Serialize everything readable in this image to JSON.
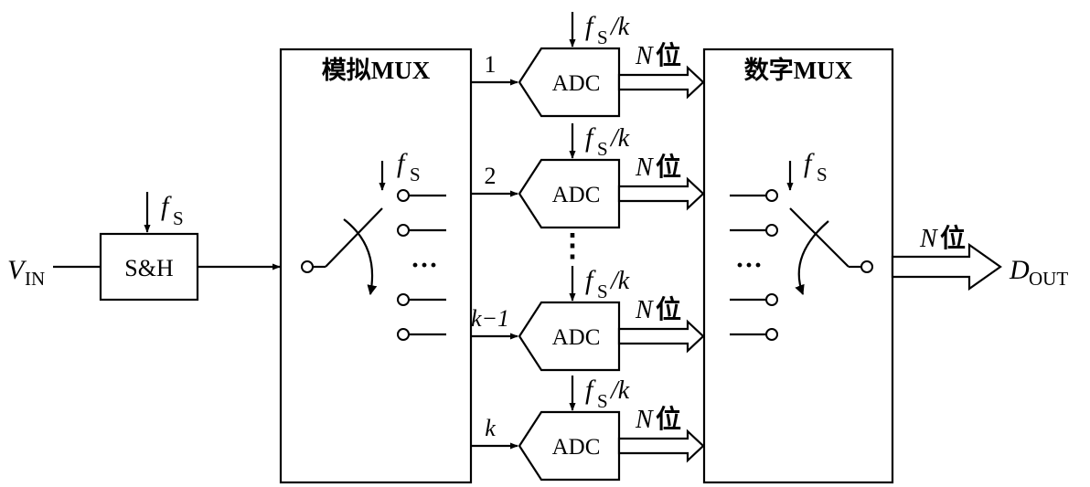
{
  "input": {
    "symbol": "V",
    "subscript": "IN"
  },
  "sample_hold": {
    "label": "S&H",
    "clock": {
      "symbol": "f",
      "subscript": "S"
    }
  },
  "analog_mux": {
    "label": "模拟MUX",
    "clock": {
      "symbol": "f",
      "subscript": "S"
    },
    "dots": "···"
  },
  "adc_clock": {
    "symbol": "f",
    "subscript": "S",
    "suffix": "/k"
  },
  "adcs": [
    {
      "channel": "1",
      "label": "ADC",
      "bits": "N",
      "bits_suffix": "位"
    },
    {
      "channel": "2",
      "label": "ADC",
      "bits": "N",
      "bits_suffix": "位"
    },
    {
      "channel": "k−1",
      "label": "ADC",
      "bits": "N",
      "bits_suffix": "位"
    },
    {
      "channel": "k",
      "label": "ADC",
      "bits": "N",
      "bits_suffix": "位"
    }
  ],
  "vertical_dots": "⋮",
  "digital_mux": {
    "label": "数字MUX",
    "clock": {
      "symbol": "f",
      "subscript": "S"
    },
    "dots": "···"
  },
  "output": {
    "symbol": "D",
    "subscript": "OUT",
    "bits": "N",
    "bits_suffix": "位"
  }
}
